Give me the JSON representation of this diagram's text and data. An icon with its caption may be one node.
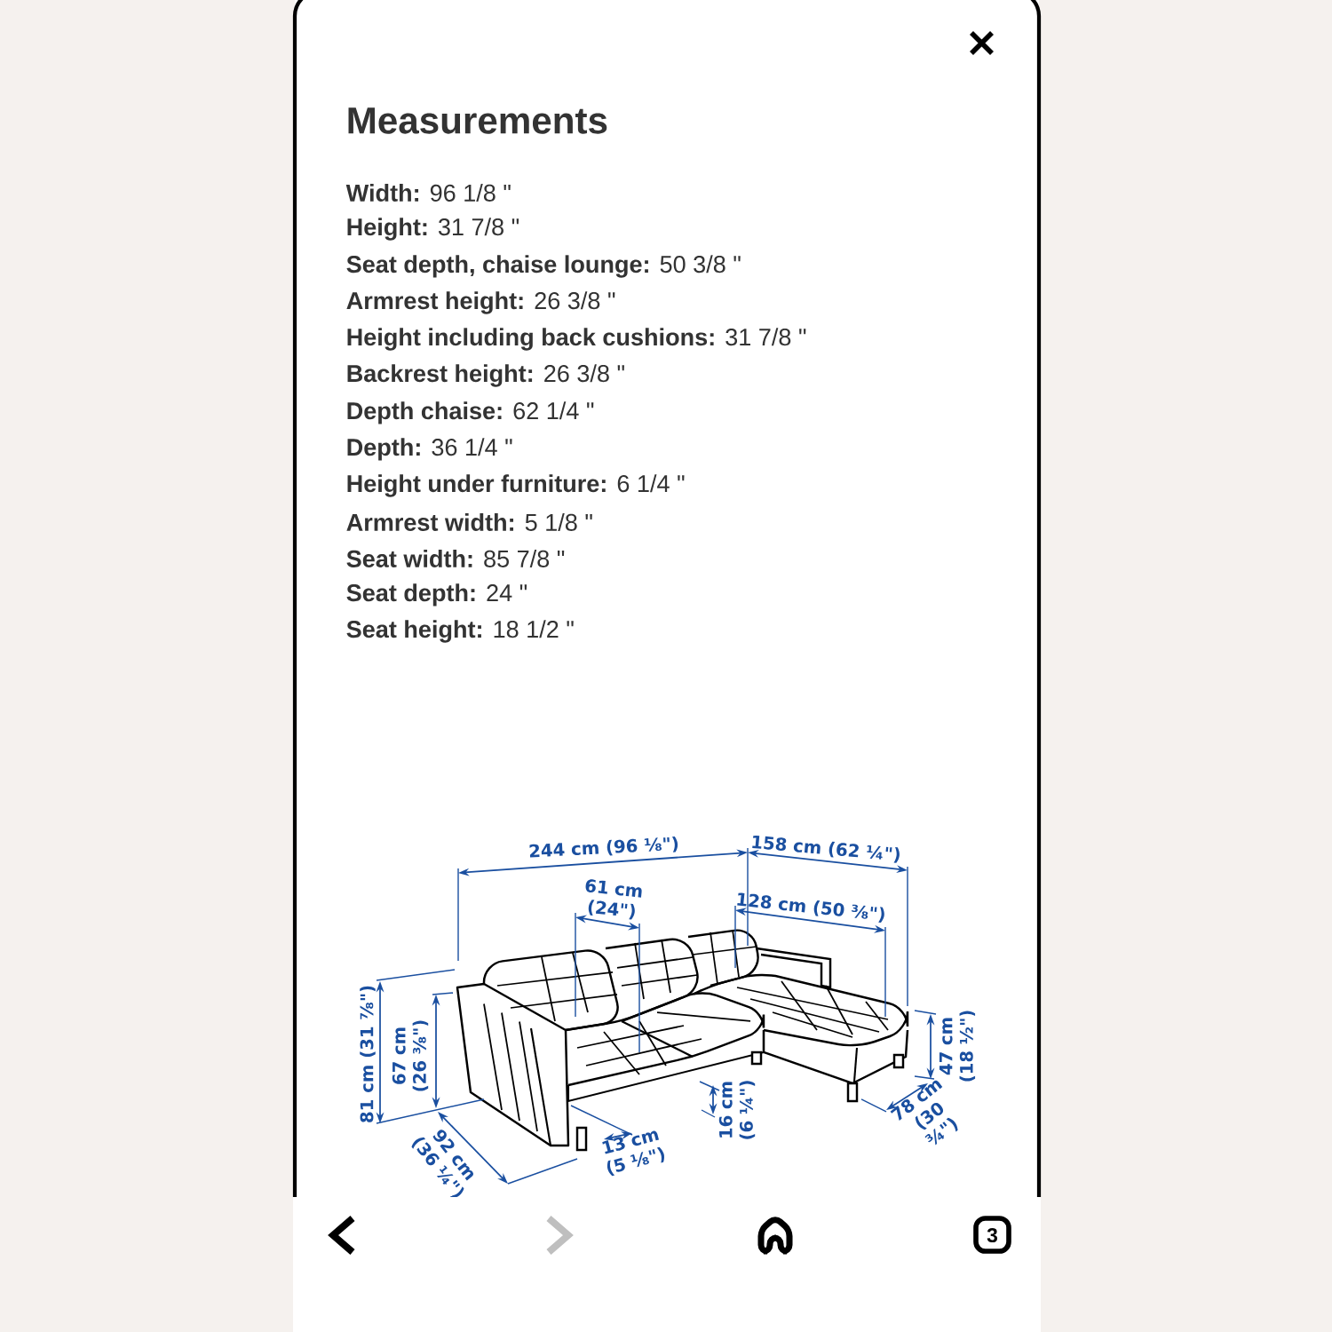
{
  "diagram": {
    "title": "Measurements",
    "labels": [
      "**Width:** 96 1/8 \"",
      "**Height:** 31 7/8 \"",
      "**Seat depth, chaise lounge:** 50 3/8 \"",
      "**Armrest height:** 26 3/8 \"",
      "**Height including back cushions:** 31 7/8 \"",
      "**Backrest height:** 26 3/8 \"",
      "**Depth chaise:** 62 1/4 \"",
      "**Depth:** 36 1/4 \"",
      "**Height under furniture:** 6 1/4 \"",
      "**Armrest width:** 5 1/8 \"",
      "**Seat width:** 85 7/8 \"",
      "**Seat depth:** 24 \"",
      "**Seat height:** 18 1/2 \"",
      "244 cm (96 ⅛\")",
      "158 cm (62 ¼\")",
      "61 cm (24\")",
      "128 cm (50 ⅜\")",
      "81 cm (31 ⅞\")",
      "67 cm (26 ⅜\")",
      "92 cm (36 ¼\")",
      "13 cm (5 ⅛\")",
      "16 cm (6 ¼\")",
      "47 cm (18 ½\")",
      "78 cm (30 ¾\")",
      "3"
    ]
  }
}
